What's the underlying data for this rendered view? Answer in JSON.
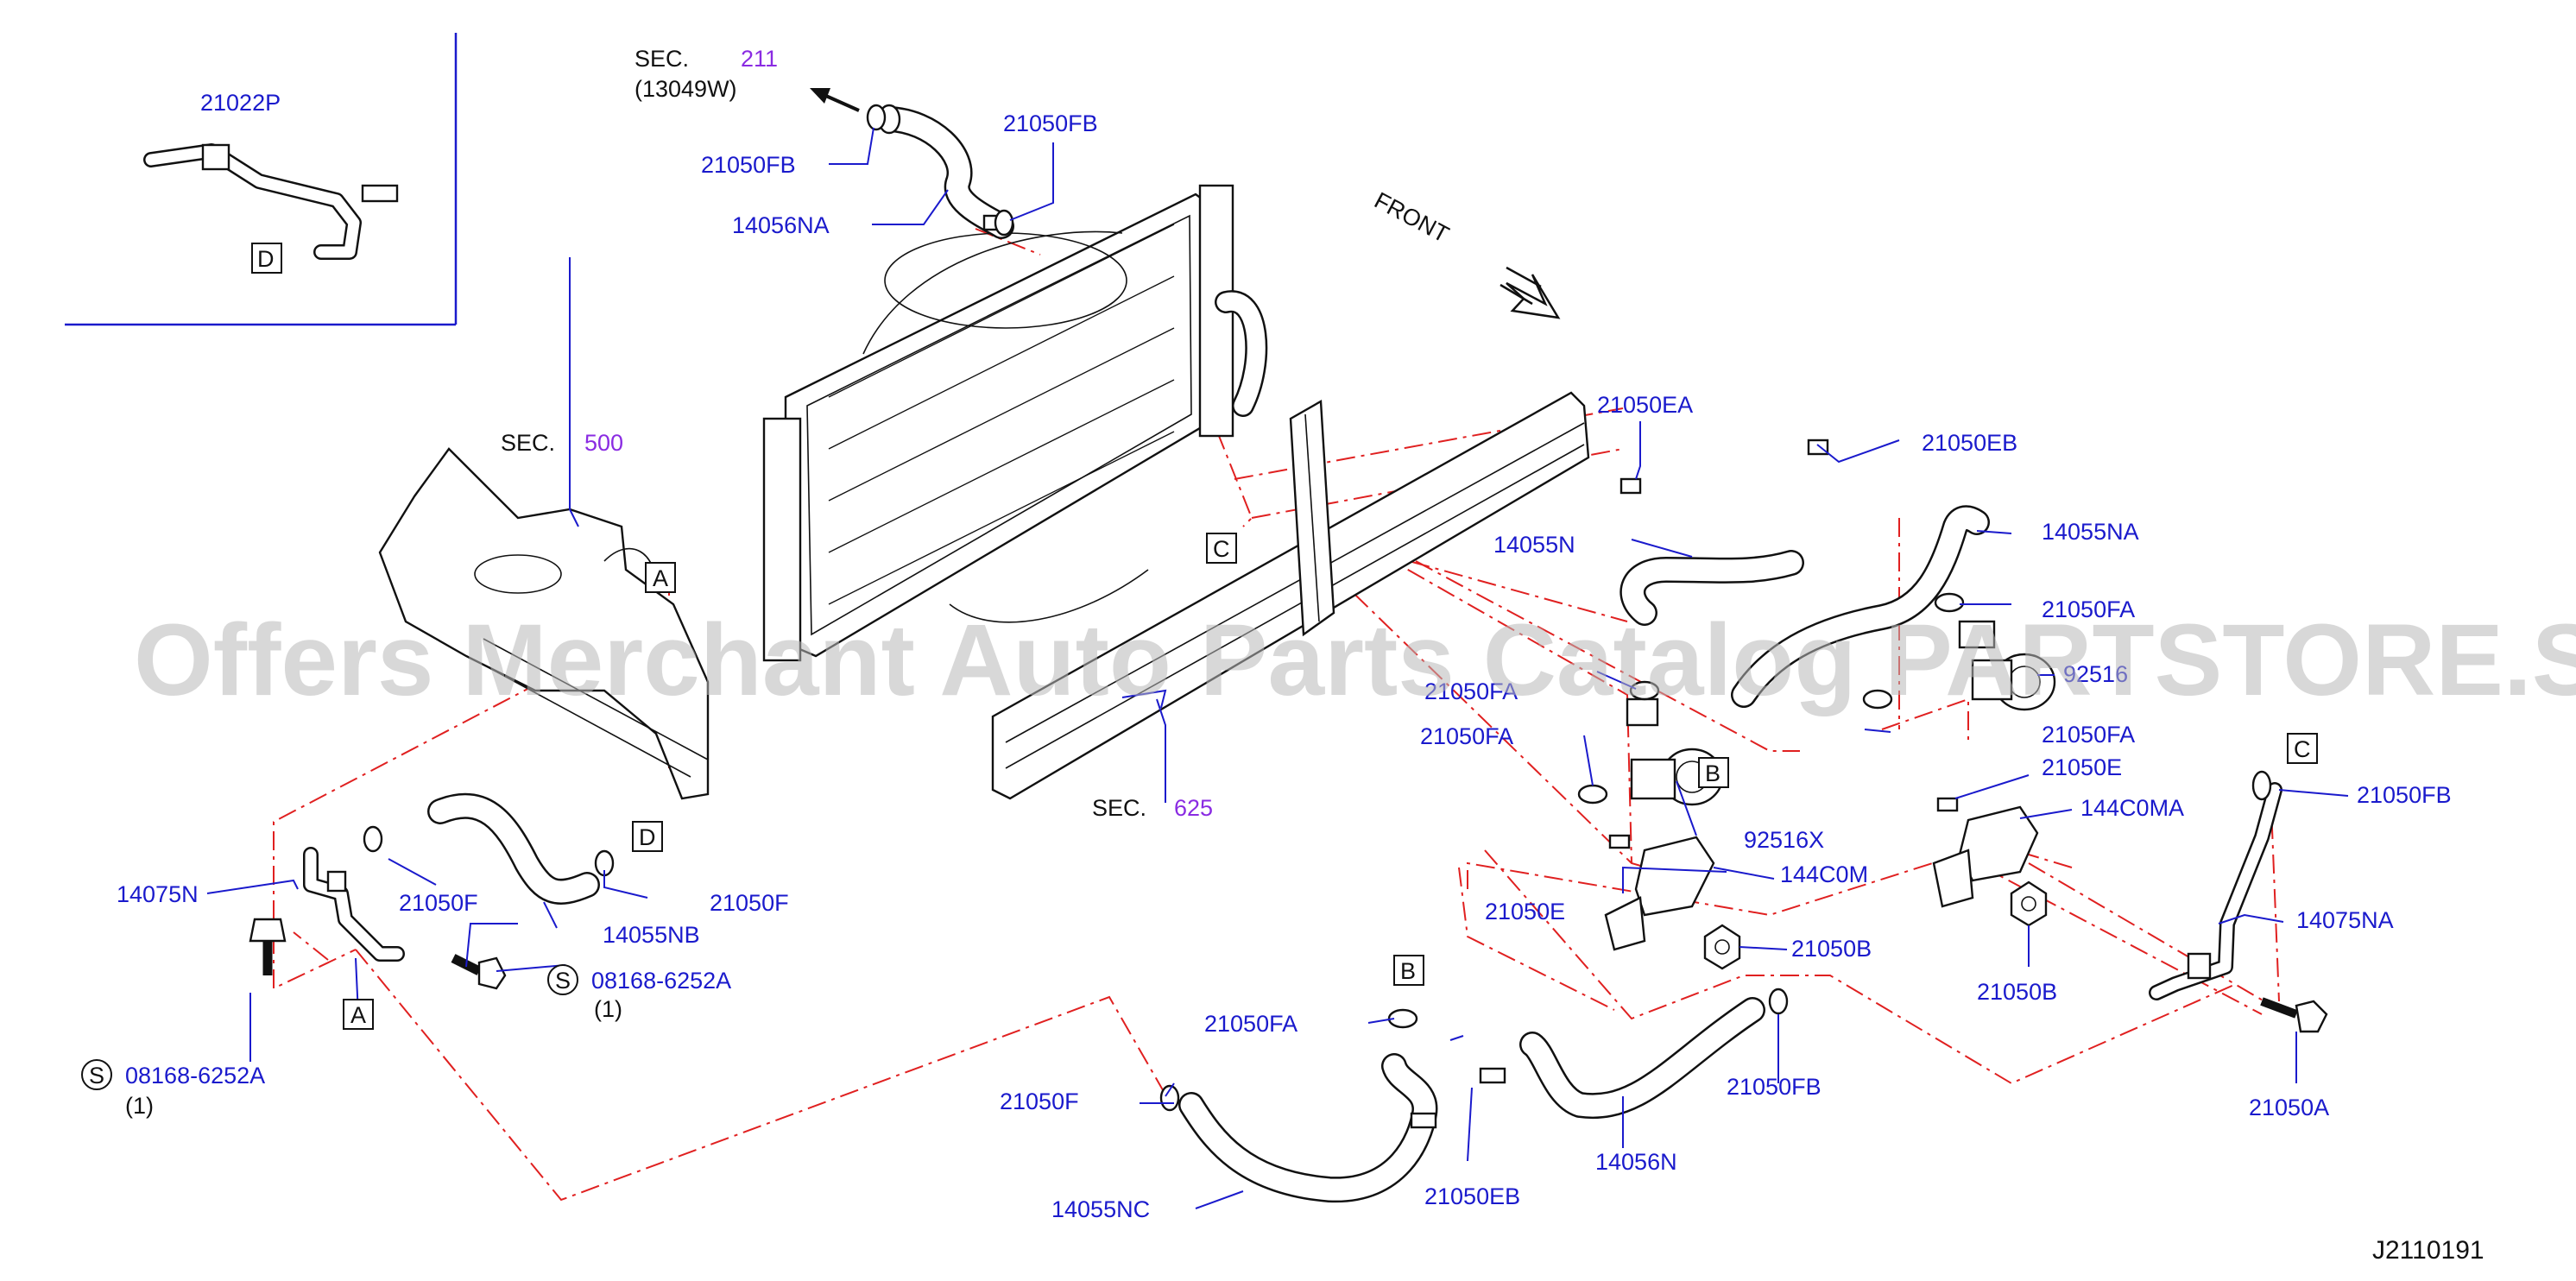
{
  "labels": {
    "p21022P": "21022P",
    "p21050FB_top": "21050FB",
    "p21050FB_left": "21050FB",
    "p14056NA": "14056NA",
    "p21050EA": "21050EA",
    "p21050EB_top": "21050EB",
    "p14055N": "14055N",
    "p14055NA": "14055NA",
    "p21050FA_r1": "21050FA",
    "p92516_r": "92516",
    "p21050FA_mid": "21050FA",
    "p21050FA_mid2": "21050FA",
    "p21050FA_r2": "21050FA",
    "p21050E_r": "21050E",
    "p144C0MA": "144C0MA",
    "p21050FB_r": "21050FB",
    "p92516X": "92516X",
    "p144C0M": "144C0M",
    "p21050E_mid": "21050E",
    "p21050B_mid": "21050B",
    "p21050B_r": "21050B",
    "p14075NA": "14075NA",
    "p21050A": "21050A",
    "p14075N": "14075N",
    "p21050F_l1": "21050F",
    "p14055NB": "14055NB",
    "p21050F_l2": "21050F",
    "p08168_r": "08168-6252A",
    "p08168_r_qty": "(1)",
    "p08168_l": "08168-6252A",
    "p08168_l_qty": "(1)",
    "p21050FA_bot": "21050FA",
    "p21050F_bot": "21050F",
    "p14055NC": "14055NC",
    "p21050EB_bot": "21050EB",
    "p14056N": "14056N",
    "p21050FB_bot": "21050FB"
  },
  "sections": {
    "sec211_word": "SEC.",
    "sec211_num": "211",
    "sec211_sub": "(13049W)",
    "sec500_word": "SEC.",
    "sec500_num": "500",
    "sec625_word": "SEC.",
    "sec625_num": "625"
  },
  "markers": {
    "A1": "A",
    "A2": "A",
    "B1": "B",
    "B2": "B",
    "C1": "C",
    "C2": "C",
    "D1": "D",
    "D2": "D",
    "S1": "S",
    "S2": "S"
  },
  "front_label": "FRONT",
  "diagram_code": "J2110191",
  "watermark": "Offers Merchant Auto Parts Catalog PARTSTORE.SA",
  "colors": {
    "part_number": "#1a1acc",
    "section_number": "#8a2be2",
    "leader_dash": "#e02020",
    "watermark": "#b8b8b8"
  }
}
